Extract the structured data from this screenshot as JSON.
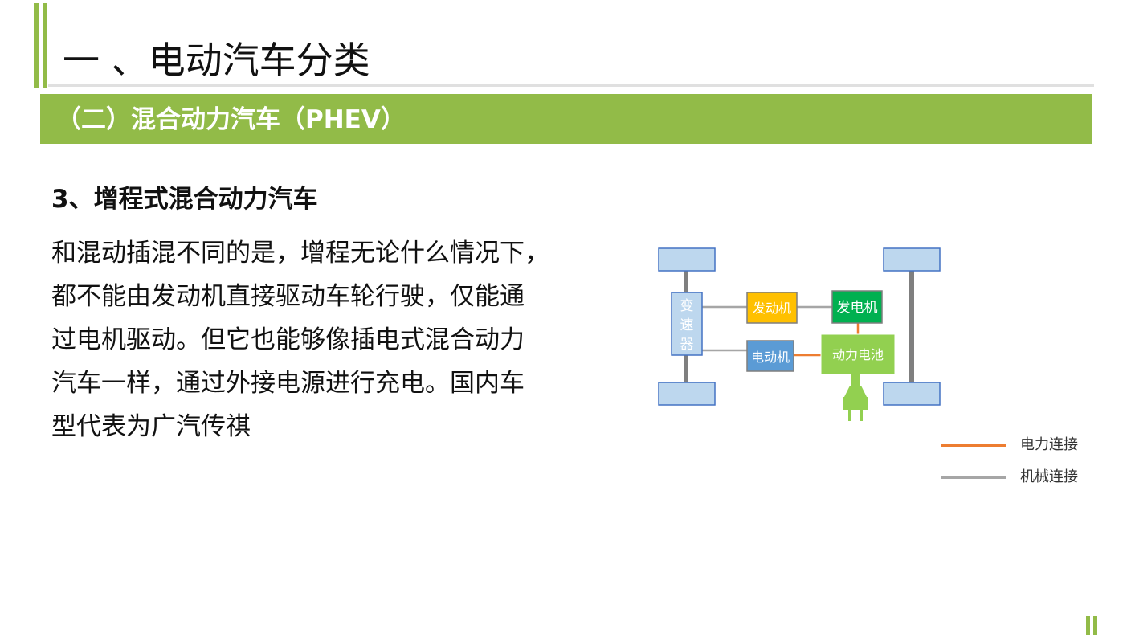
{
  "header": {
    "title": "一 、电动汽车分类",
    "banner": "（二）混合动力汽车（PHEV）"
  },
  "content": {
    "subheading": "3、增程式混合动力汽车",
    "paragraph_lines": [
      "和混动插混不同的是，增程无论什么情况下，",
      "都不能由发动机直接驱动车轮行驶，仅能通",
      "过电机驱动。但它也能够像插电式混合动力",
      "汽车一样，通过外接电源进行充电。国内车",
      "型代表为广汽传祺"
    ]
  },
  "diagram": {
    "transmission": "变\n速\n器",
    "engine": "发动机",
    "generator": "发电机",
    "motor": "电动机",
    "battery": "动力电池",
    "colors": {
      "wheel": "#bdd7ee",
      "wheel_border": "#4472c4",
      "engine": "#ffc000",
      "generator": "#00b050",
      "motor": "#5b9bd5",
      "battery": "#92d050",
      "electric_line": "#ed7d31",
      "mechanical_line": "#a6a6a6"
    }
  },
  "legend": {
    "electric": "电力连接",
    "mechanical": "机械连接"
  }
}
